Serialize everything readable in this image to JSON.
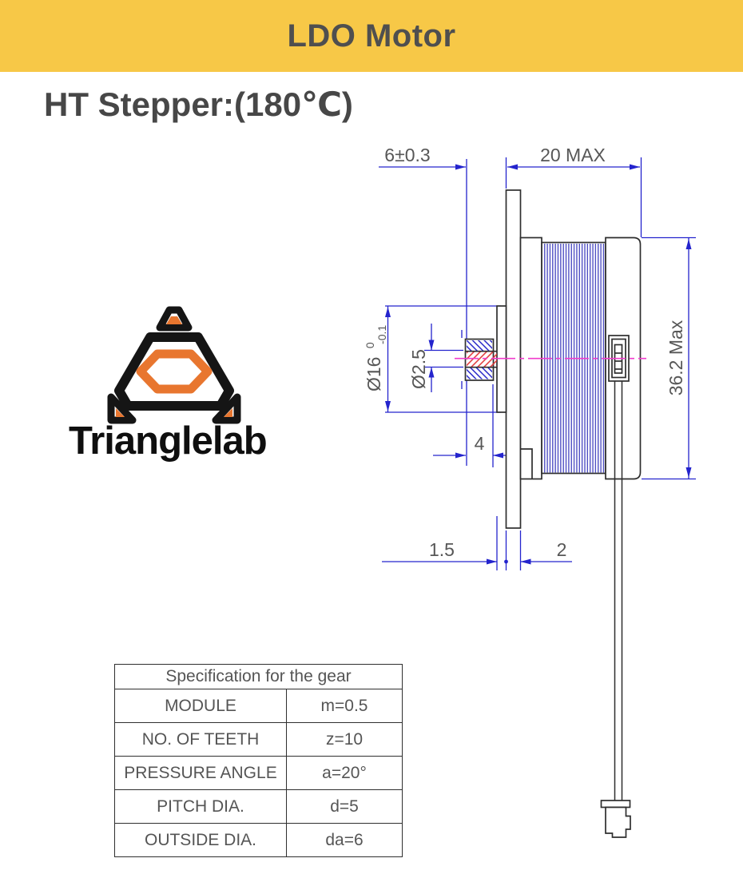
{
  "banner": {
    "title": "LDO Motor",
    "bg_color": "#F7C847"
  },
  "subtitle": "HT Stepper:(180℃)",
  "logo": {
    "wordmark": "Trianglelab",
    "orange": "#E8762F",
    "black": "#151515"
  },
  "drawing": {
    "dimensions": {
      "gear_protrusion": "6±0.3",
      "body_length": "20 MAX",
      "pilot_diameter": "Ø16",
      "pilot_tol_upper": "0",
      "pilot_tol_lower": "-0.1",
      "shaft_diameter": "Ø2.5",
      "gear_length": "4",
      "body_diameter": "36.2 Max",
      "pilot_boss_thickness": "1.5",
      "plate_thickness": "2"
    },
    "colors": {
      "dimension_blue": "#2424cd",
      "outline": "#2e2e2e",
      "hatch_red": "#e23333",
      "centerline_magenta": "#f03ccc",
      "rib_blue": "#4444c0"
    }
  },
  "table": {
    "title": "Specification for the gear",
    "rows": [
      {
        "label": "MODULE",
        "value": "m=0.5"
      },
      {
        "label": "NO. OF TEETH",
        "value": "z=10"
      },
      {
        "label": "PRESSURE ANGLE",
        "value": "a=20°"
      },
      {
        "label": "PITCH DIA.",
        "value": "d=5"
      },
      {
        "label": "OUTSIDE DIA.",
        "value": "da=6"
      }
    ]
  }
}
